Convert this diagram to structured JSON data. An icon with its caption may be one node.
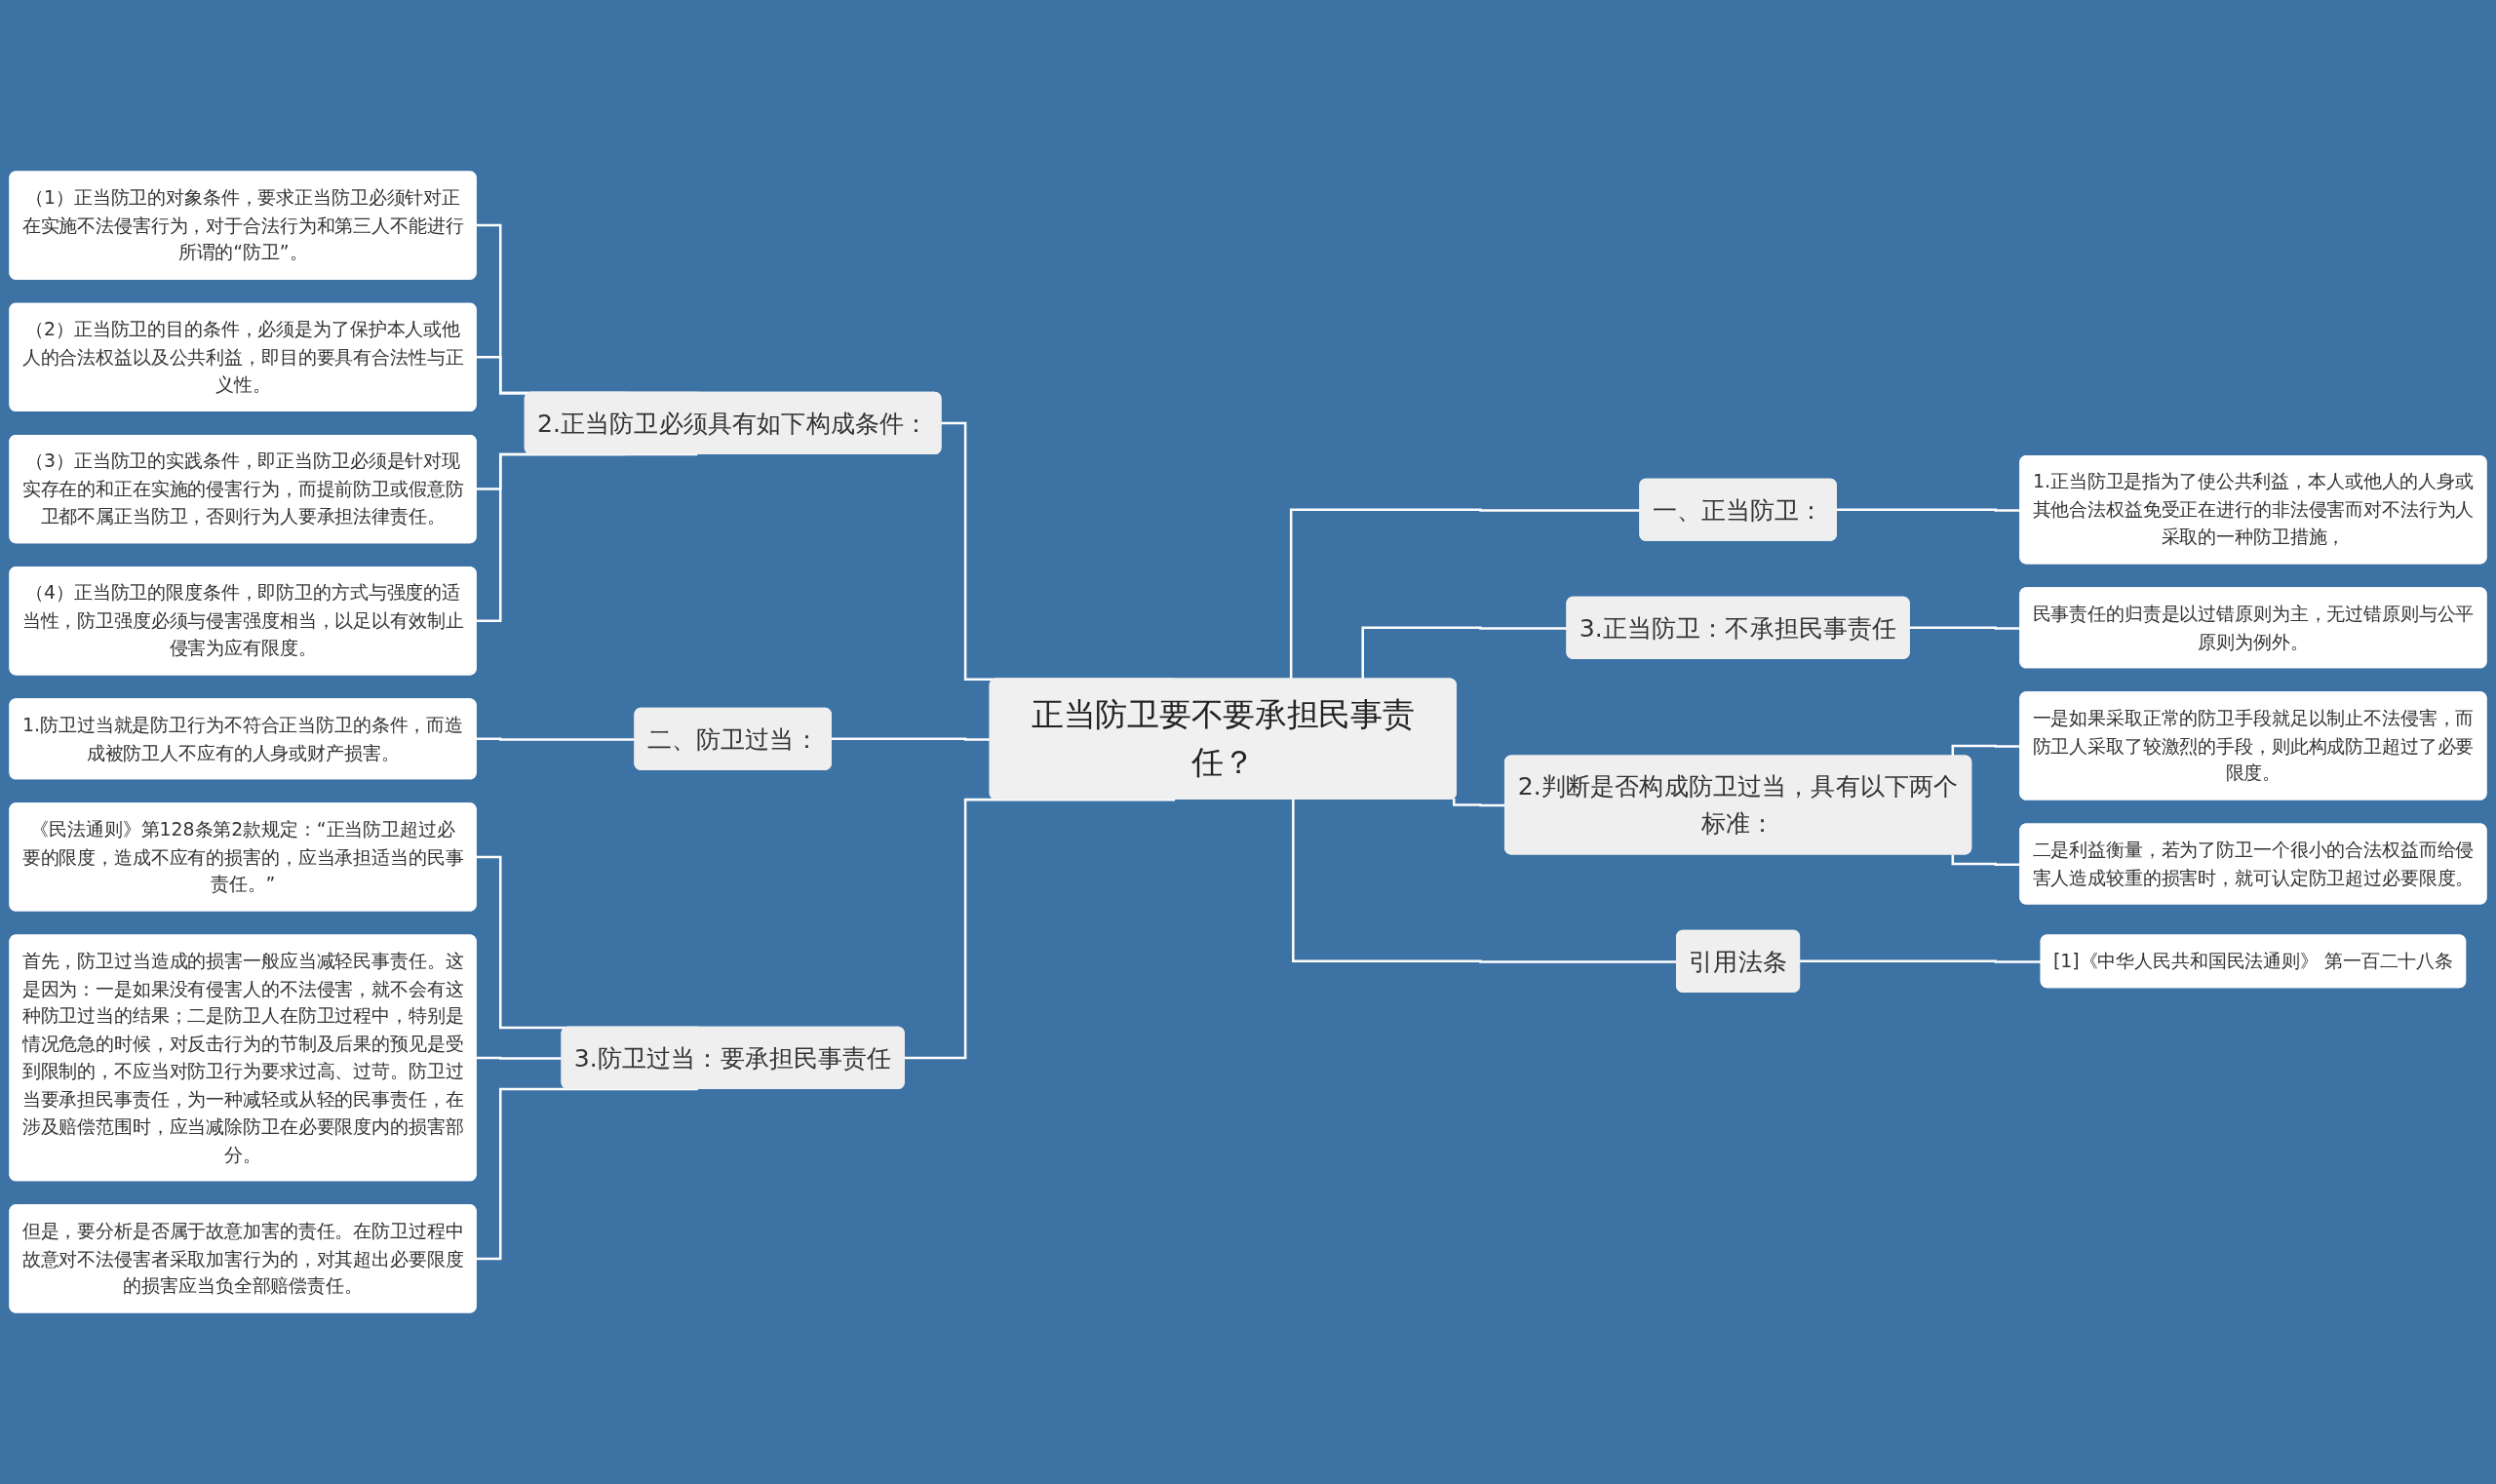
{
  "diagram": {
    "nodes": [
      {
        "text": [
          "正当防卫要不要承担民事责任？"
        ]
      },
      {
        "text": [
          "2.正当防卫必须具有如下构成条件："
        ]
      },
      {
        "text": [
          "（1）正当防卫的对象条件，要求正当防卫必须针对正在实施不法侵害行为，对于合法行为和第三人不能进行所谓的“防卫”。"
        ]
      },
      {
        "text": [
          "（2）正当防卫的目的条件，必须是为了保护本人或他人的合法权益以及公共利益，即目的要具有合法性与正义性。"
        ]
      },
      {
        "text": [
          "（3）正当防卫的实践条件，即正当防卫必须是针对现实存在的和正在实施的侵害行为，而提前防卫或假意防卫都不属正当防卫，否则行为人要承担法律责任。"
        ]
      },
      {
        "text": [
          "（4）正当防卫的限度条件，即防卫的方式与强度的适当性，防卫强度必须与侵害强度相当，以足以有效制止侵害为应有限度。"
        ]
      },
      {
        "text": [
          "二、防卫过当："
        ]
      },
      {
        "text": [
          "1.防卫过当就是防卫行为不符合正当防卫的条件，而造成被防卫人不应有的人身或财产损害。"
        ]
      },
      {
        "text": [
          "3.防卫过当：要承担民事责任"
        ]
      },
      {
        "text": [
          "《民法通则》第128条第2款规定：“正当防卫超过必要的限度，造成不应有的损害的，应当承担适当的民事责任。”"
        ]
      },
      {
        "text": [
          "首先，防卫过当造成的损害一般应当减轻民事责任。这是因为：一是如果没有侵害人的不法侵害，就不会有这种防卫过当的结果；二是防卫人在防卫过程中，特别是情况危急的时候，对反击行为的节制及后果的预见是受到限制的，不应当对防卫行为要求过高、过苛。防卫过当要承担民事责任，为一种减轻或从轻的民事责任，在涉及赔偿范围时，应当减除防卫在必要限度内的损害部分。"
        ]
      },
      {
        "text": [
          "但是，要分析是否属于故意加害的责任。在防卫过程中故意对不法侵害者采取加害行为的，对其超出必要限度的损害应当负全部赔偿责任。"
        ]
      },
      {
        "text": [
          "一、正当防卫："
        ]
      },
      {
        "text": [
          "1.正当防卫是指为了使公共利益，本人或他人的人身或其他合法权益免受正在进行的非法侵害而对不法行为人采取的一种防卫措施，"
        ]
      },
      {
        "text": [
          "3.正当防卫：不承担民事责任"
        ]
      },
      {
        "text": [
          "民事责任的归责是以过错原则为主，无过错原则与公平原则为例外。"
        ]
      },
      {
        "text": [
          "2.判断是否构成防卫过当，具有以下两个标准："
        ]
      },
      {
        "text": [
          "一是如果采取正常的防卫手段就足以制止不法侵害，而防卫人采取了较激烈的手段，则此构成防卫超过了必要限度。"
        ]
      },
      {
        "text": [
          "二是利益衡量，若为了防卫一个很小的合法权益而给侵害人造成较重的损害时，就可认定防卫超过必要限度。"
        ]
      },
      {
        "text": [
          "引用法条"
        ]
      },
      {
        "text": [
          "[1]《中华人民共和国民法通则》 第一百二十八条"
        ]
      }
    ],
    "edges": [
      {
        "from": 2,
        "to": 1,
        "arrow": "none"
      },
      {
        "from": 3,
        "to": 1,
        "arrow": "none"
      },
      {
        "from": 4,
        "to": 1,
        "arrow": "none"
      },
      {
        "from": 5,
        "to": 1,
        "arrow": "none"
      },
      {
        "from": 1,
        "to": 0,
        "arrow": "none"
      },
      {
        "from": 7,
        "to": 6,
        "arrow": "none"
      },
      {
        "from": 6,
        "to": 0,
        "arrow": "none"
      },
      {
        "from": 9,
        "to": 8,
        "arrow": "none"
      },
      {
        "from": 10,
        "to": 8,
        "arrow": "none"
      },
      {
        "from": 11,
        "to": 8,
        "arrow": "none"
      },
      {
        "from": 8,
        "to": 0,
        "arrow": "none"
      },
      {
        "from": 0,
        "to": 12,
        "arrow": "none"
      },
      {
        "from": 12,
        "to": 13,
        "arrow": "none"
      },
      {
        "from": 0,
        "to": 14,
        "arrow": "none"
      },
      {
        "from": 14,
        "to": 15,
        "arrow": "none"
      },
      {
        "from": 0,
        "to": 16,
        "arrow": "none"
      },
      {
        "from": 16,
        "to": 17,
        "arrow": "none"
      },
      {
        "from": 16,
        "to": 18,
        "arrow": "none"
      },
      {
        "from": 0,
        "to": 19,
        "arrow": "none"
      },
      {
        "from": 19,
        "to": 20,
        "arrow": "none"
      }
    ]
  }
}
